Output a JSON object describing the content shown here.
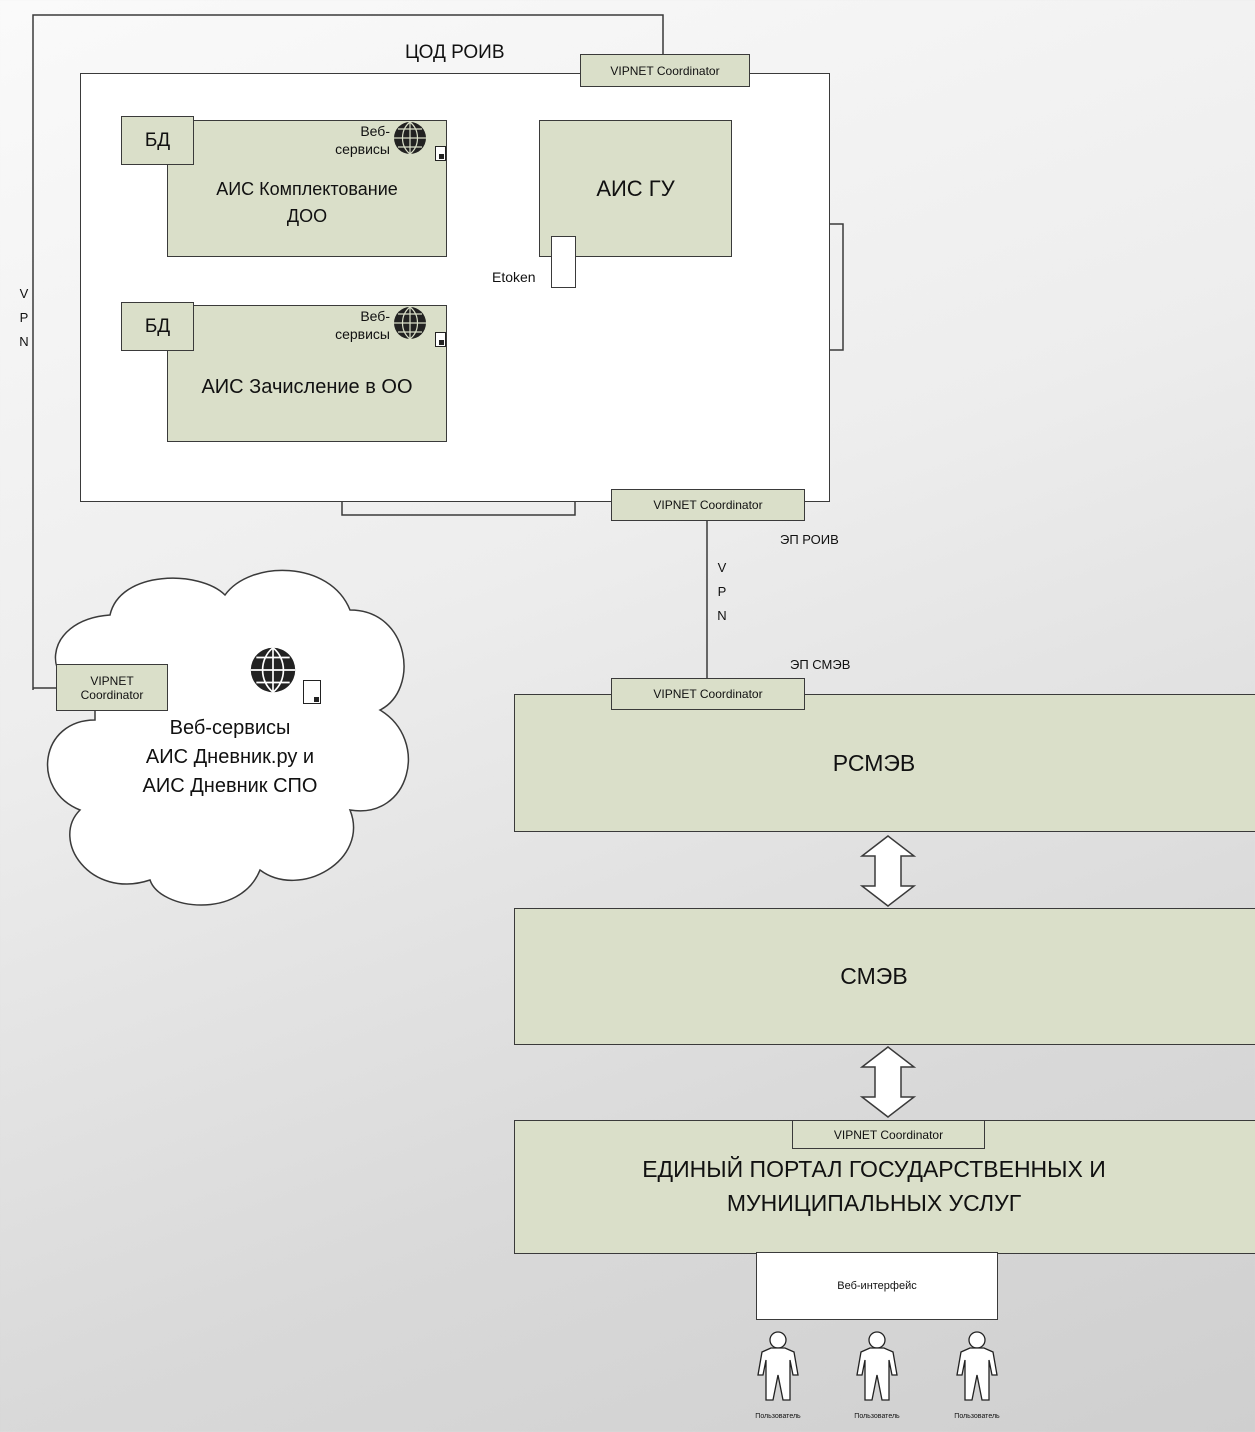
{
  "cod": {
    "title": "ЦОД РОИВ",
    "vipnet_top": "VIPNET Coordinator",
    "vipnet_bottom": "VIPNET Coordinator",
    "ais_komplektovanie": {
      "db": "БД",
      "services": "Веб-\nсервисы",
      "name": "АИС Комплектование\nДОО"
    },
    "ais_zachislenie": {
      "db": "БД",
      "services": "Веб-\nсервисы",
      "name": "АИС Зачисление в ОО"
    },
    "ais_gu": {
      "name": "АИС ГУ",
      "etoken": "Etoken"
    }
  },
  "left_vpn": "V P N",
  "center_vpn": "V P N",
  "ep_roiv": "ЭП РОИВ",
  "ep_smev": "ЭП СМЭВ",
  "cloud": {
    "vipnet": "VIPNET\nCoordinator",
    "text": "Веб-сервисы\nАИС Дневник.ру и\nАИС Дневник СПО"
  },
  "rsmev": {
    "name": "РСМЭВ",
    "vipnet": "VIPNET Coordinator"
  },
  "smev": {
    "name": "СМЭВ"
  },
  "portal": {
    "name": "ЕДИНЫЙ ПОРТАЛ ГОСУДАРСТВЕННЫХ И\nМУНИЦИПАЛЬНЫХ УСЛУГ",
    "vipnet": "VIPNET Coordinator"
  },
  "web_interface": "Веб-интерфейс",
  "users": [
    "Пользователь",
    "Пользователь",
    "Пользователь"
  ],
  "icons": [
    "globe-icon",
    "document-icon",
    "person-icon",
    "double-arrow-icon"
  ],
  "colors": {
    "box_fill": "#dadfc9",
    "stroke": "#3a3a3a",
    "white": "#ffffff"
  }
}
